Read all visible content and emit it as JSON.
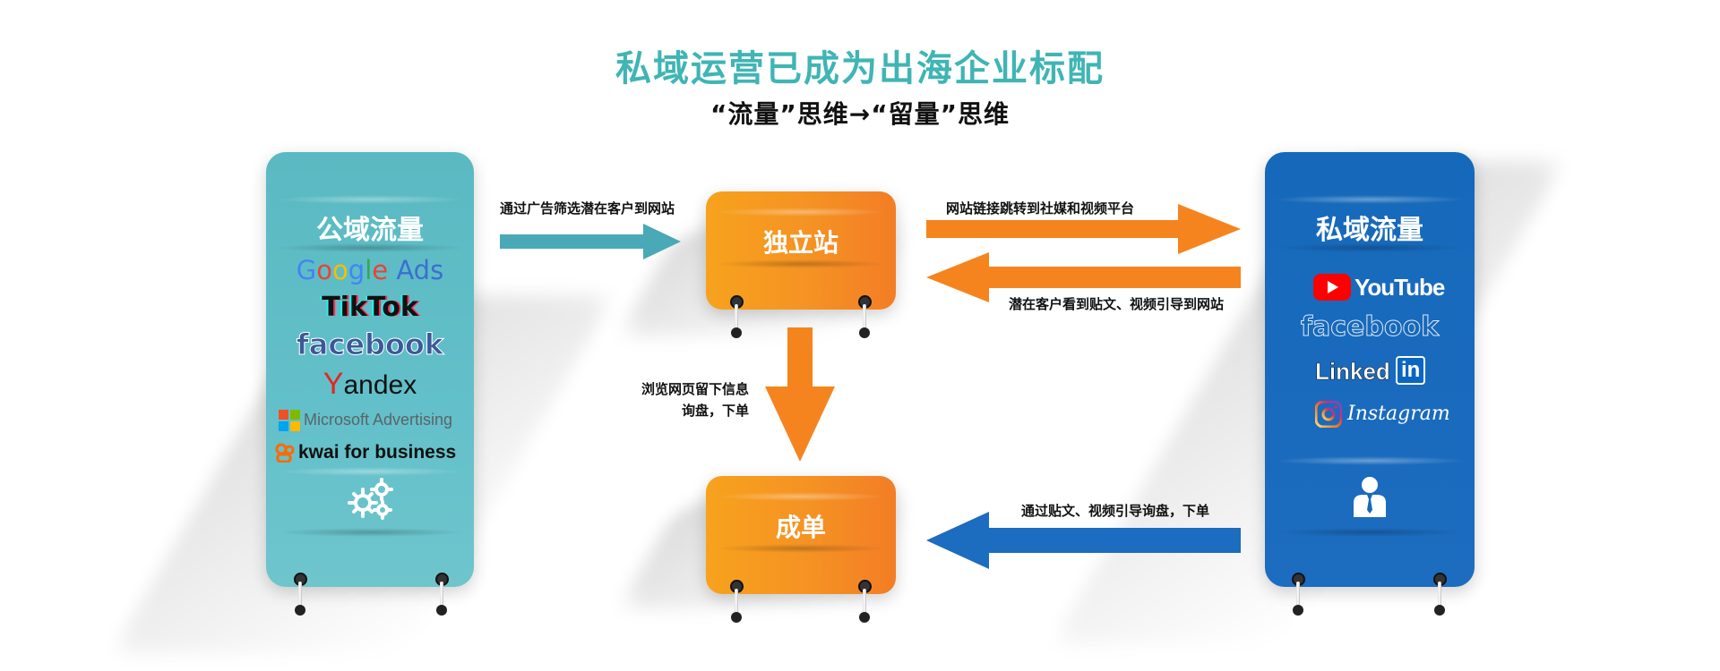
{
  "header": {
    "title": "私域运营已成为出海企业标配",
    "subtitle": "“流量”思维→“留量”思维"
  },
  "public_panel": {
    "title": "公域流量",
    "logos": {
      "google_ads": "Google Ads",
      "tiktok": "TikTok",
      "facebook": "facebook",
      "yandex": "Yandex",
      "microsoft": "Microsoft Advertising",
      "kwai": "kwai for business"
    },
    "icon": "gears-icon"
  },
  "private_panel": {
    "title": "私域流量",
    "logos": {
      "youtube": "YouTube",
      "facebook": "facebook",
      "linkedin_text": "Linked",
      "linkedin_box": "in",
      "instagram": "Instagram"
    },
    "icon": "person-icon"
  },
  "nodes": {
    "site": "独立站",
    "deal": "成单"
  },
  "edges": {
    "public_to_site": "通过广告筛选潜在客户到网站",
    "site_to_private": "网站链接跳转到社媒和视频平台",
    "private_to_site": "潜在客户看到贴文、视频引导到网站",
    "site_to_deal_line1": "浏览网页留下信息",
    "site_to_deal_line2": "询盘，下单",
    "private_to_deal": "通过贴文、视频引导询盘，下单"
  },
  "colors": {
    "title": "#3fb5b4",
    "teal_panel": "#5ab9c2",
    "blue_panel": "#1669ba",
    "orange_card": "#f59224",
    "teal_arrow": "#4aa9b6",
    "orange_arrow": "#f5841f",
    "blue_arrow": "#1c6cbf"
  }
}
